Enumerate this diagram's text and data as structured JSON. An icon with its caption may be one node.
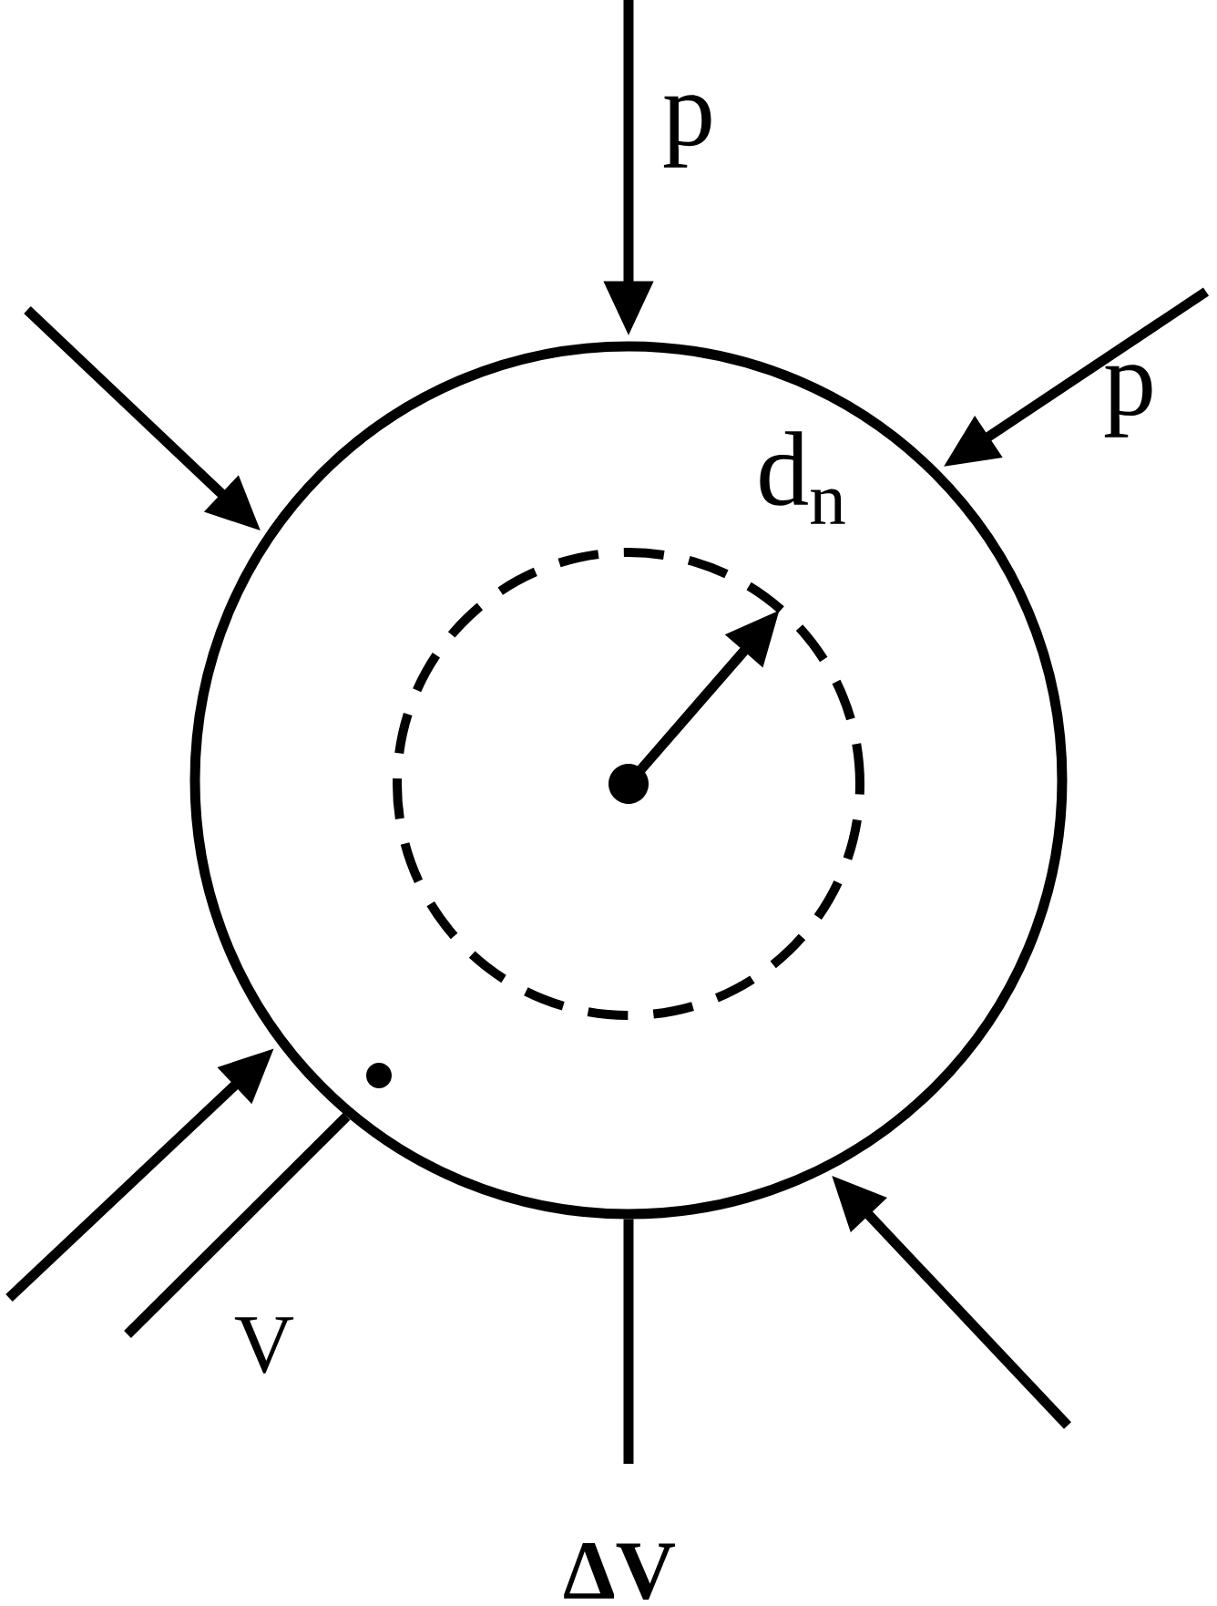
{
  "diagram": {
    "nodes": [
      {
        "text": [],
        "shape": "circle"
      },
      {
        "text": [],
        "shape": "circle",
        "in": 0
      },
      {
        "text": [],
        "shape": "circle",
        "in": 1
      },
      {
        "text": [
          "V"
        ]
      },
      {
        "text": [
          "ΔV"
        ]
      }
    ],
    "edges": [
      {
        "from": null,
        "to": 0,
        "arrow": "to",
        "label": "p"
      },
      {
        "from": null,
        "to": 0,
        "arrow": "to",
        "label": "p"
      },
      {
        "from": null,
        "to": 0,
        "arrow": "to"
      },
      {
        "from": null,
        "to": 0,
        "arrow": "to"
      },
      {
        "from": null,
        "to": 0,
        "arrow": "to"
      },
      {
        "from": 2,
        "to": 1,
        "arrow": "to",
        "label": "d$_{n}$"
      },
      {
        "from": 3,
        "to": 0,
        "arrow": "none"
      },
      {
        "from": 4,
        "to": 0,
        "arrow": "none"
      }
    ]
  }
}
